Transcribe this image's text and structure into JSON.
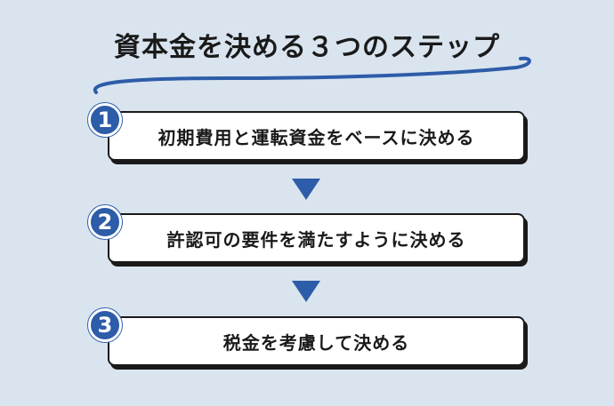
{
  "title": "資本金を決める３つのステップ",
  "steps": [
    {
      "number": "1",
      "label": "初期費用と運転資金をベースに決める"
    },
    {
      "number": "2",
      "label": "許認可の要件を満たすように決める"
    },
    {
      "number": "3",
      "label": "税金を考慮して決める"
    }
  ],
  "colors": {
    "background": "#d9e4ef",
    "accent": "#2d5ca8",
    "box": "#ffffff",
    "text": "#1a1a1a"
  }
}
